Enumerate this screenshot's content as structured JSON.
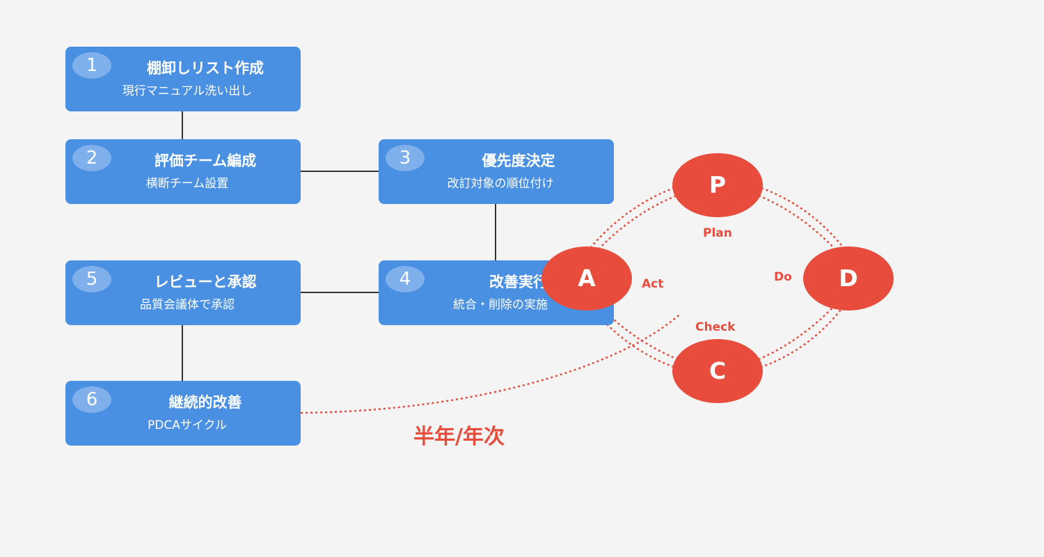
{
  "steps": [
    {
      "number": "1",
      "title": "棚卸しリスト作成",
      "subtitle": "現行マニュアル洗い出し"
    },
    {
      "number": "2",
      "title": "評価チーム編成",
      "subtitle": "横断チーム設置"
    },
    {
      "number": "3",
      "title": "優先度決定",
      "subtitle": "改訂対象の順位付け"
    },
    {
      "number": "4",
      "title": "改善実行",
      "subtitle": "統合・削除の実施"
    },
    {
      "number": "5",
      "title": "レビューと承認",
      "subtitle": "品質会議体で承認"
    },
    {
      "number": "6",
      "title": "継続的改善",
      "subtitle": "PDCAサイクル"
    }
  ],
  "pdca": {
    "nodes": {
      "p": "P",
      "a": "A",
      "d": "D",
      "c": "C"
    },
    "labels": {
      "plan": "Plan",
      "act": "Act",
      "do": "Do",
      "check": "Check"
    },
    "cycle_label": "半年/年次"
  },
  "colors": {
    "step_box": "#4a90e2",
    "step_number_badge": "#7fb0ec",
    "pdca": "#e74c3c",
    "connector": "#333333",
    "background": "#f4f4f4"
  }
}
